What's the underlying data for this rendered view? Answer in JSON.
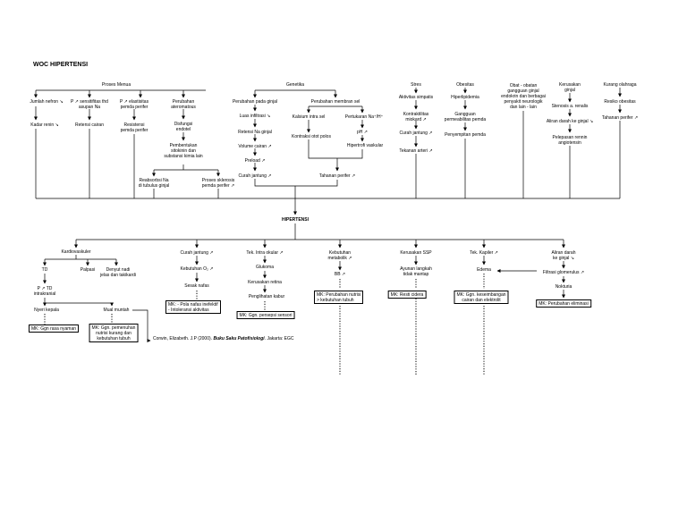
{
  "title": "WOC HIPERTENSI",
  "center": "HIPERTENSI",
  "reference": {
    "authors": "Corwin, Elizabeth. J.P (2000).",
    "book": "Buku Saku Patofisiologi",
    "publisher": ". Jakarta: EGC"
  },
  "top": {
    "proses_menua": "Proses Menua",
    "jumlah_nefron": "Jumlah nefron ↘",
    "kadar_renin": "Kadar renin ↘",
    "sensitifitas": "P ↗ sensitifitas thd\nasupan Na",
    "retensi_cairan": "Retensi cairan",
    "elastisitas": "P ↗ elastisitas\npemda perifer",
    "resistensi": "Resistensi\npemda perifer",
    "perubahan_aterom": "Perubahan\nateromatous",
    "disfungsi": "Disfungsi\nendotel",
    "pembentukan": "Pembentukan\nsitokinin dan\nsubstansi kimia lain",
    "reabsorbsi": "Reabsorbsi Na\ndi tubulus ginjal",
    "proses_sklerosis": "Proses sklerosis\npemda perifer ↗",
    "genetika": "Genetika",
    "perubahan_ginjal": "Perubahan pada ginjal",
    "luas_infiltrasi": "Luas infiltrasi ↘",
    "retensi_na": "Retensi Na ginjal",
    "volume_cairan": "Volume cairan ↗",
    "preload": "Preload ↗",
    "curah_jantung_top": "Curah jantung ↗",
    "perubahan_membran": "Perubahan membran sel",
    "kalsium": "Kalsium intra sel",
    "pertukaran": "Pertukaran Na⁺/H⁺",
    "kontraksi": "Kontraksi otot polos",
    "ph": "pH ↗",
    "hipertrofi": "Hipertrofi vaskular",
    "tahanan_perifer_mid": "Tahanan perifer ↗",
    "stres": "Stres",
    "aktivitas_simpatis": "Aktivitas simpatis",
    "kontraktilitas": "Kontraktilitas\nmiokard ↗",
    "curah_jantung_stres": "Curah jantung ↗",
    "tekanan_arteri": "Tekanan arteri ↗",
    "obesitas": "Obesitas",
    "hiperlipidemia": "Hiperlipidemia",
    "gangguan_permeabilitas": "Gangguan\npermeabilitas pemda",
    "penyempitan": "Penyempitan pemda",
    "obat": "Obat - obatan\ngangguan ginjal\nendokrin dan berbagai\npenyakit neurologik\ndan lain - lain",
    "kerusakan_ginjal": "Kerusakan\nginjal",
    "stenosis": "Stenosis a. renalis",
    "aliran_darah_ginjal": "Aliran darah ke ginjal ↘",
    "pelepasan_renin": "Pelepasan rennin\nangiotensin",
    "kurang_olahraga": "Kurang olahraga",
    "resiko_obesitas": "Resiko obesitas",
    "tahanan_perifer_right": "Tahanan perifer ↗"
  },
  "bottom": {
    "kardiovaskuler": "Kardiovaskuler",
    "td": "TD",
    "palpasi": "Palpasi",
    "denyut_nadi": "Denyut nadi\njelas dan takikardi",
    "p_td": "P ↗ TD\nintrakranial",
    "nyeri_kepala": "Nyeri kepala",
    "mual": "Mual muntah",
    "dx_nyeri": "MK: Ggn rasa nyaman",
    "dx_nutrisi": "MK: Ggn. pemenuhan\nnutrisi kurang dan\nkebutuhan tubuh",
    "curah_jantung": "Curah jantung ↗",
    "kebutuhan_o2": "Kebutuhan O₂ ↗",
    "sesak_nafas": "Sesak nafas",
    "dx_nafas": "MK: - Pola nafas inefektif\n- Intoleransi aktivitas",
    "tek_intra_okular": "Tek. Intra okular ↗",
    "glukoma": "Glukoma",
    "kerusakan_retina": "Kerusakan retina",
    "penglihatan_kabur": "Penglihatan kabur",
    "dx_persepsi": "MK: Ggn. persepsi sensori",
    "kebutuhan_metabolik": "Kebutuhan\nmetabolik ↗",
    "bb": "BB ↗",
    "dx_nutrisi_lebih": "MK: Perubahan nutrisi\n> kebutuhan tubuh",
    "kerusakan_ssp": "Kerusakan SSP",
    "ayunan": "Ayunan langkah\ntidak mantap",
    "dx_cidera": "MK: Resti cidera",
    "tek_kapiler": "Tek. Kapiler ↗",
    "edema": "Edema",
    "dx_cairan": "MK: Ggn. keseimbangan\ncairan dan elektrolit",
    "aliran_darah_ginjal": "Aliran darah\nke ginjal ↘",
    "filtrasi": "Filtrasi glomerulus ↗",
    "nokturia": "Nokturia",
    "dx_eliminasi": "MK: Perubahan eliminasi"
  }
}
